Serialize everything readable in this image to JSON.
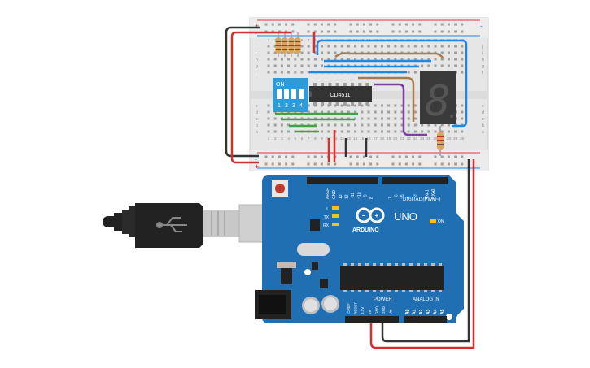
{
  "breadboard": {
    "rail_plus": "+",
    "rail_minus": "-",
    "rows_top": [
      "j",
      "i",
      "h",
      "g",
      "f"
    ],
    "rows_bottom": [
      "e",
      "d",
      "c",
      "b",
      "a"
    ],
    "cols": [
      "1",
      "2",
      "3",
      "4",
      "5",
      "6",
      "7",
      "8",
      "9",
      "10",
      "11",
      "12",
      "13",
      "14",
      "15",
      "16",
      "17",
      "18",
      "19",
      "20",
      "21",
      "22",
      "23",
      "24",
      "25",
      "26",
      "27",
      "28",
      "29",
      "30"
    ]
  },
  "dip_switch": {
    "on_label": "ON",
    "positions": [
      "1",
      "2",
      "3",
      "4"
    ]
  },
  "ic": {
    "label": "CD4511"
  },
  "seven_segment": {
    "digit": "8"
  },
  "arduino": {
    "brand": "ARDUINO",
    "model": "UNO",
    "logo_symbols": "-+",
    "digital_label": "DIGITAL (PWM~)",
    "aref": "AREF",
    "gnd": "GND",
    "digital_pins": [
      "13",
      "12",
      "~11",
      "~10",
      "~9",
      "8",
      "7",
      "~6",
      "~5",
      "4",
      "~3",
      "2",
      "TX▸1",
      "RX◂0"
    ],
    "led_labels": [
      "L",
      "TX",
      "RX"
    ],
    "on_label": "ON",
    "power_label": "POWER",
    "analog_label": "ANALOG IN",
    "power_pins": [
      "IOREF",
      "RESET",
      "3.3V",
      "5V",
      "GND",
      "GND",
      "Vin"
    ],
    "analog_pins": [
      "A0",
      "A1",
      "A2",
      "A3",
      "A4",
      "A5"
    ]
  },
  "colors": {
    "wire_red": "#d32f2f",
    "wire_black": "#333333",
    "wire_blue": "#1e88e5",
    "wire_green": "#43a047",
    "wire_purple": "#7b3fa0",
    "wire_brown": "#a97b4f",
    "board_blue": "#1f6fb2",
    "breadboard": "#e6e6e6"
  }
}
